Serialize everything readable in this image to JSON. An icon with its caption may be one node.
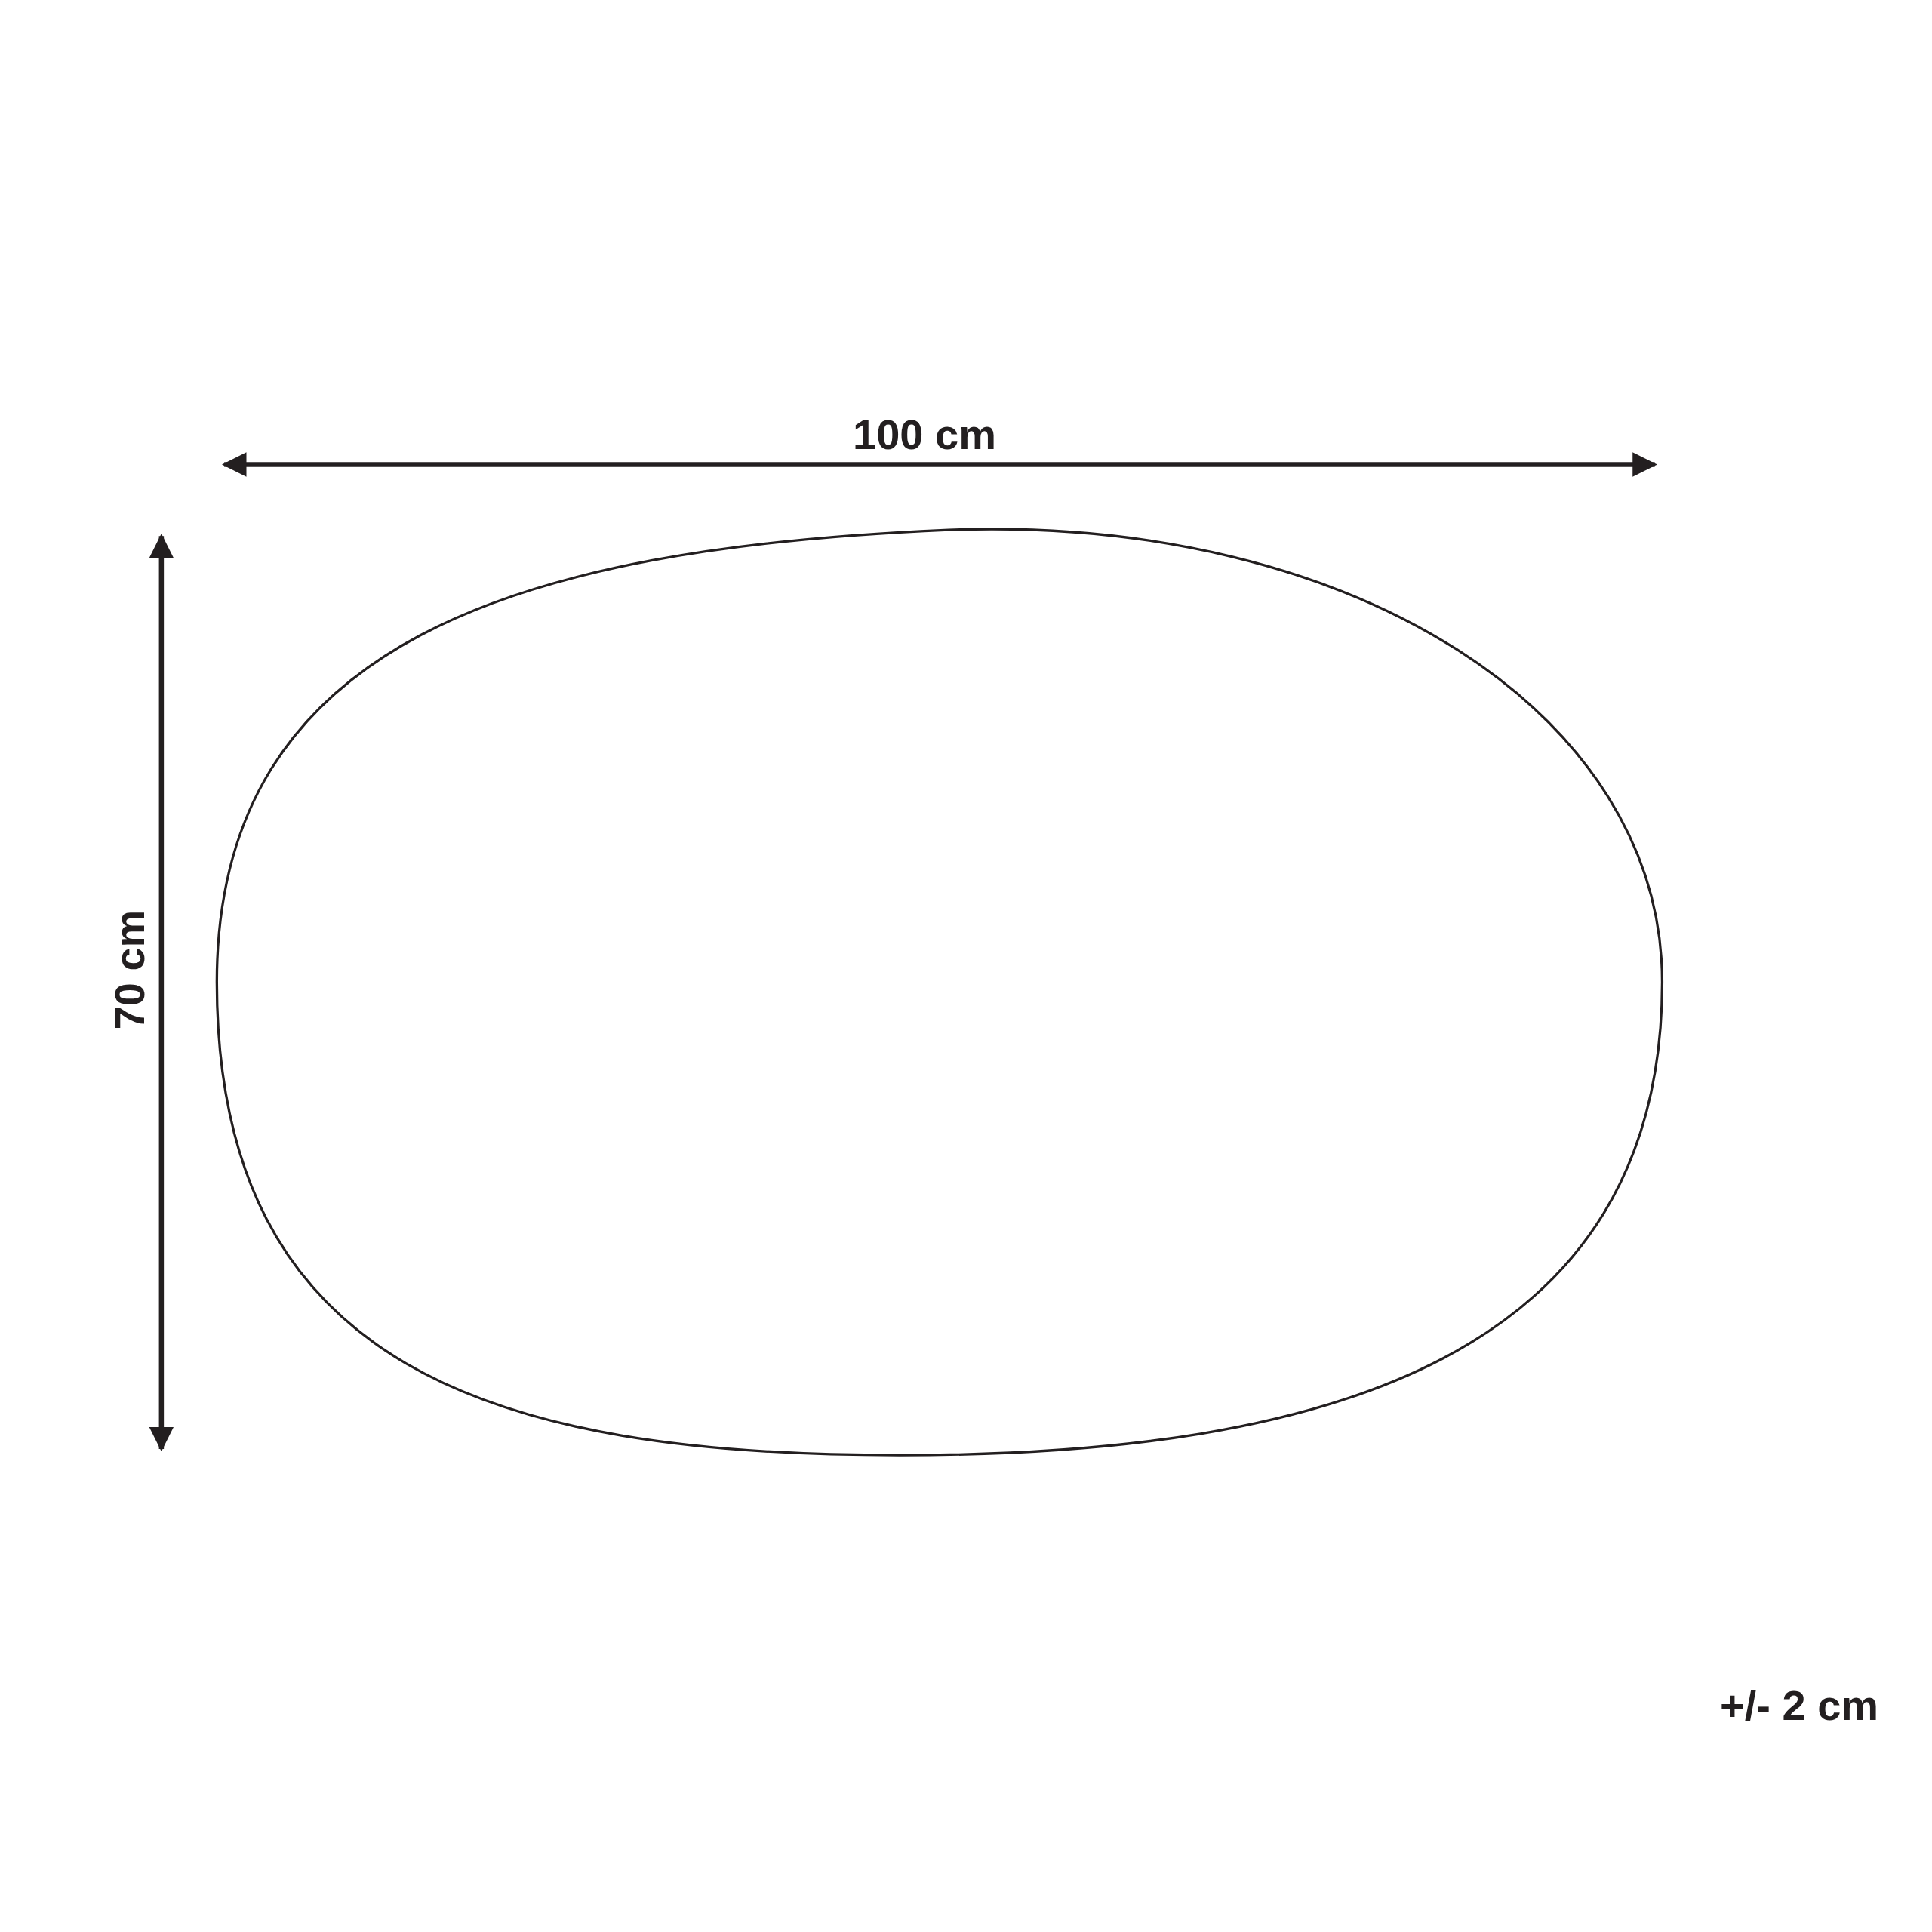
{
  "diagram": {
    "labels": [
      "100 cm",
      "70 cm",
      "+/- 2 cm"
    ]
  }
}
